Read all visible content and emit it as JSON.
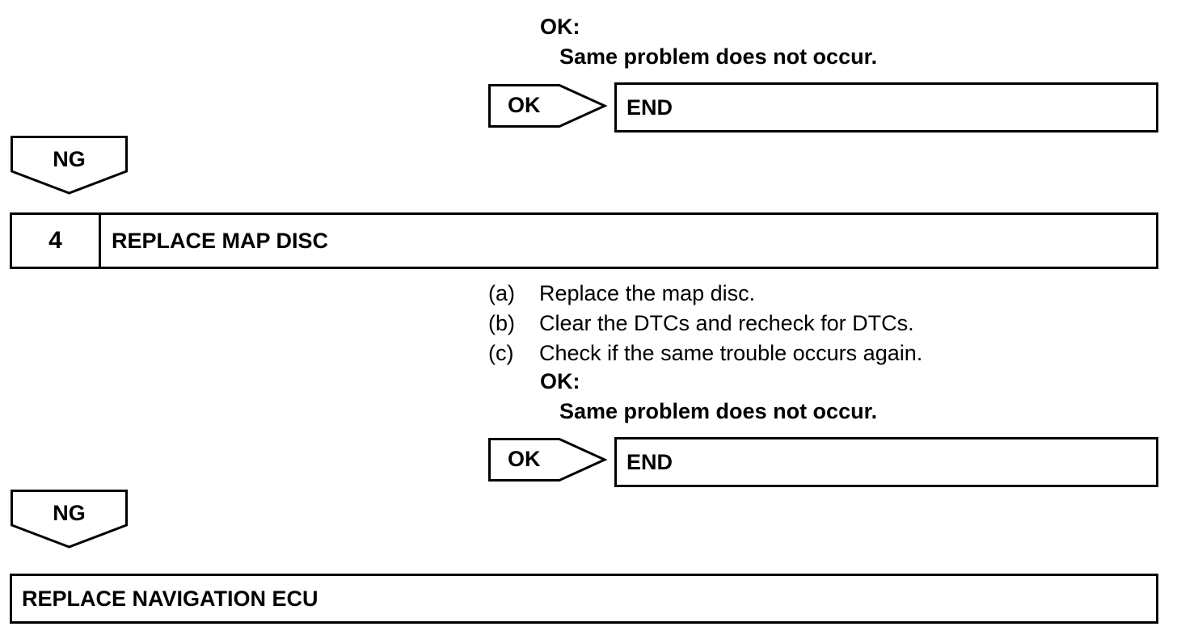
{
  "top_section": {
    "ok_heading": "OK:",
    "ok_detail": "Same problem does not occur.",
    "ok_arrow_label": "OK",
    "end_label": "END",
    "ng_label": "NG"
  },
  "step4": {
    "number": "4",
    "title": "REPLACE MAP DISC",
    "items": [
      {
        "marker": "(a)",
        "text": "Replace the map disc."
      },
      {
        "marker": "(b)",
        "text": "Clear the DTCs and recheck for DTCs."
      },
      {
        "marker": "(c)",
        "text": "Check if the same trouble occurs again."
      }
    ],
    "ok_heading": "OK:",
    "ok_detail": "Same problem does not occur.",
    "ok_arrow_label": "OK",
    "end_label": "END",
    "ng_label": "NG"
  },
  "final_step": {
    "title": "REPLACE NAVIGATION ECU"
  }
}
